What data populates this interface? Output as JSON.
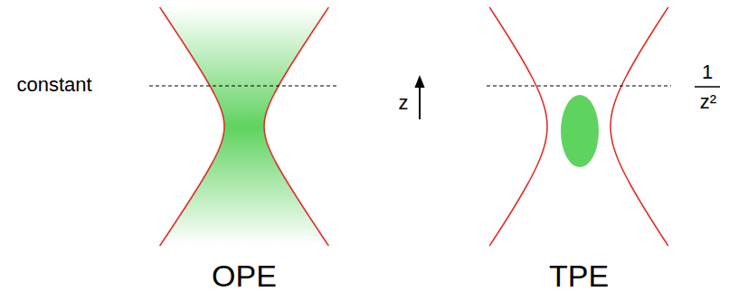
{
  "diagram": {
    "labels": [
      "constant",
      "z",
      "1",
      "z²",
      "OPE",
      "TPE"
    ]
  }
}
